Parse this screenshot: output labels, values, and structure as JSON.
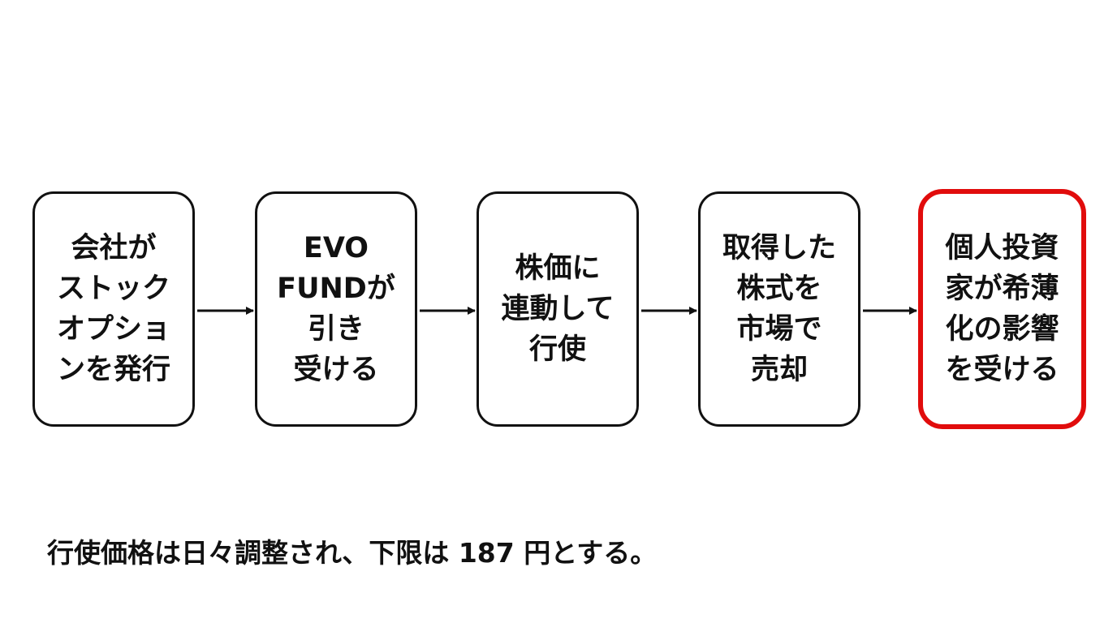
{
  "steps": [
    {
      "lines": [
        "会社が",
        "ストック",
        "オプショ",
        "ンを発行"
      ],
      "highlight": false
    },
    {
      "lines": [
        "EVO",
        "FUNDが",
        "引き",
        "受ける"
      ],
      "highlight": false
    },
    {
      "lines": [
        "株価に",
        "連動して",
        "行使"
      ],
      "highlight": false
    },
    {
      "lines": [
        "取得した",
        "株式を",
        "市場で",
        "売却"
      ],
      "highlight": false
    },
    {
      "lines": [
        "個人投資",
        "家が希薄",
        "化の影響",
        "を受ける"
      ],
      "highlight": true
    }
  ],
  "note": "行使価格は日々調整され、下限は 187 円とする。",
  "colors": {
    "stroke": "#111111",
    "highlight": "#e10c0c",
    "background": "#ffffff"
  }
}
